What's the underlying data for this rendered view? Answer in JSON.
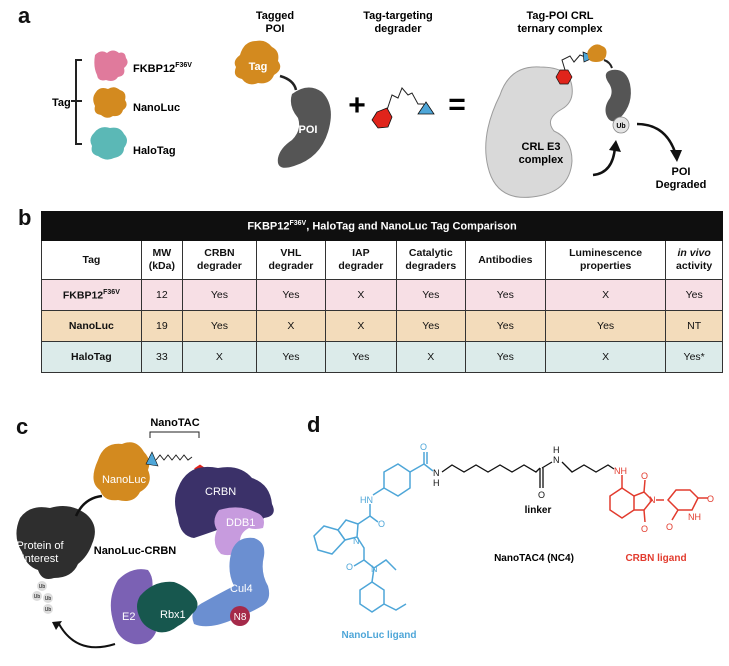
{
  "panels": {
    "a": {
      "letter": "a",
      "tag_bracket_label": "Tag",
      "tags": [
        {
          "name": "FKBP12",
          "superscript": "F36V",
          "color": "#e07a9c"
        },
        {
          "name": "NanoLuc",
          "superscript": "",
          "color": "#d38a1f"
        },
        {
          "name": "HaloTag",
          "superscript": "",
          "color": "#5bb8b6"
        }
      ],
      "tagged_poi_title_line1": "Tagged",
      "tagged_poi_title_line2": "POI",
      "tag_label": "Tag",
      "poi_label": "POI",
      "plus": "+",
      "degrader_title_line1": "Tag-targeting",
      "degrader_title_line2": "degrader",
      "equals": "=",
      "ternary_title_line1": "Tag-POI CRL",
      "ternary_title_line2": "ternary complex",
      "crl_label_line1": "CRL E3",
      "crl_label_line2": "complex",
      "ub_label": "Ub",
      "degraded_line1": "POI",
      "degraded_line2": "Degraded"
    },
    "b": {
      "letter": "b",
      "table_title": "FKBP12",
      "table_title_sup": "F36V",
      "table_title_rest": ", HaloTag and NanoLuc Tag Comparison",
      "headers": [
        {
          "line1": "Tag",
          "line2": ""
        },
        {
          "line1": "MW",
          "line2": "(kDa)"
        },
        {
          "line1": "CRBN",
          "line2": "degrader"
        },
        {
          "line1": "VHL",
          "line2": "degrader"
        },
        {
          "line1": "IAP",
          "line2": "degrader"
        },
        {
          "line1": "Catalytic",
          "line2": "degraders"
        },
        {
          "line1": "Antibodies",
          "line2": ""
        },
        {
          "line1": "Luminescence",
          "line2": "properties"
        },
        {
          "line1": "in vivo",
          "line2": "activity"
        }
      ],
      "rows": [
        {
          "tag": "FKBP12",
          "tag_sup": "F36V",
          "cells": [
            "12",
            "Yes",
            "Yes",
            "X",
            "Yes",
            "Yes",
            "X",
            "Yes"
          ],
          "color": "#f7dfe5"
        },
        {
          "tag": "NanoLuc",
          "tag_sup": "",
          "cells": [
            "19",
            "Yes",
            "X",
            "X",
            "Yes",
            "Yes",
            "Yes",
            "NT"
          ],
          "color": "#f3dcbb"
        },
        {
          "tag": "HaloTag",
          "tag_sup": "",
          "cells": [
            "33",
            "X",
            "Yes",
            "Yes",
            "X",
            "Yes",
            "X",
            "Yes*"
          ],
          "color": "#dcebea"
        }
      ]
    },
    "c": {
      "letter": "c",
      "nanotac_label": "NanoTAC",
      "nanoluc_label": "NanoLuc",
      "crbn_label": "CRBN",
      "ddb1_label": "DDB1",
      "cul4_label": "Cul4",
      "n8_label": "N8",
      "rbx1_label": "Rbx1",
      "e2_label": "E2",
      "poi_line1": "Protein of",
      "poi_line2": "Interest",
      "complex_label": "NanoLuc-CRBN",
      "ub_labels": [
        "Ub",
        "Ub",
        "Ub",
        "Ub"
      ]
    },
    "d": {
      "letter": "d",
      "linker_label": "linker",
      "compound_label": "NanoTAC4 (NC4)",
      "nanoluc_ligand_label": "NanoLuc ligand",
      "crbn_ligand_label": "CRBN ligand",
      "atoms": {
        "O": "O",
        "N": "N",
        "H": "H",
        "NH": "NH",
        "HN": "HN"
      },
      "colors": {
        "nanoluc": "#4ea6d8",
        "crbn": "#e23b2e",
        "linker": "#111111"
      }
    }
  }
}
